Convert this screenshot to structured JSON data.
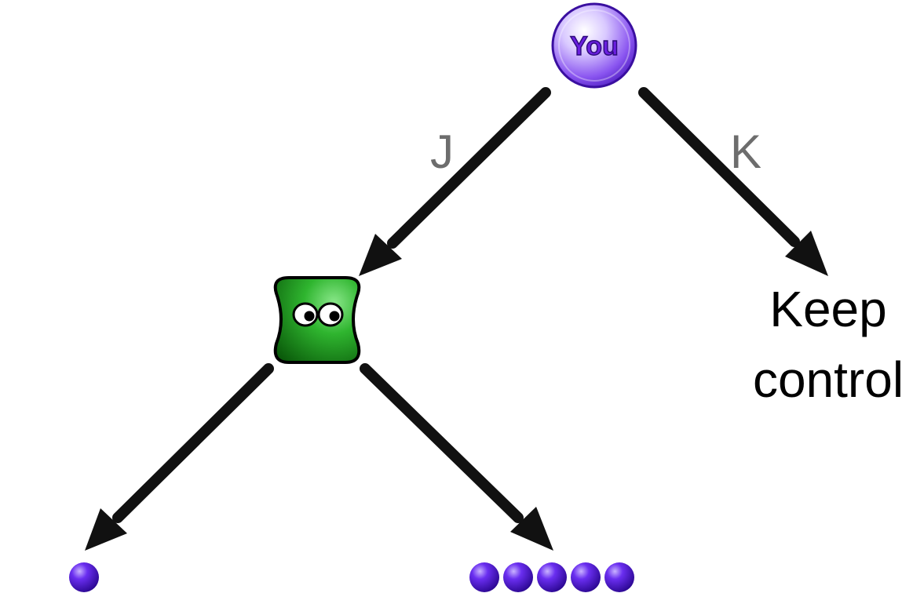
{
  "root": {
    "label": "You",
    "color": "#7b3cf0"
  },
  "edges": {
    "left": {
      "label": "J"
    },
    "right": {
      "label": "K"
    }
  },
  "outcome_right": {
    "line1": "Keep",
    "line2": "control"
  },
  "agent": {
    "color": "#1f9a1f"
  },
  "leaves": {
    "left": {
      "coin_count": 1
    },
    "right": {
      "coin_count": 5
    }
  },
  "colors": {
    "arrow": "#111111",
    "coin": "#4a12d6",
    "label_gray": "#6d6d6d"
  }
}
